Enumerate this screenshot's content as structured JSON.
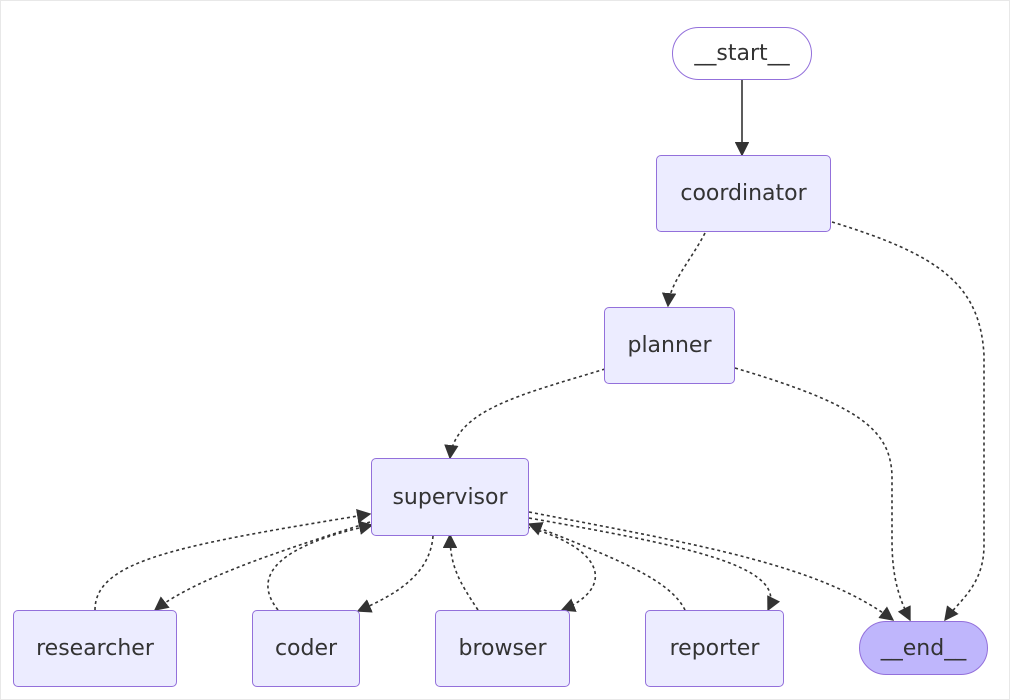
{
  "nodes": {
    "start": "__start__",
    "coordinator": "coordinator",
    "planner": "planner",
    "supervisor": "supervisor",
    "researcher": "researcher",
    "coder": "coder",
    "browser": "browser",
    "reporter": "reporter",
    "end": "__end__"
  },
  "edges": [
    {
      "from": "__start__",
      "to": "coordinator",
      "style": "solid"
    },
    {
      "from": "coordinator",
      "to": "planner",
      "style": "dashed"
    },
    {
      "from": "coordinator",
      "to": "__end__",
      "style": "dashed"
    },
    {
      "from": "planner",
      "to": "supervisor",
      "style": "dashed"
    },
    {
      "from": "planner",
      "to": "__end__",
      "style": "dashed"
    },
    {
      "from": "supervisor",
      "to": "researcher",
      "style": "dashed"
    },
    {
      "from": "researcher",
      "to": "supervisor",
      "style": "dashed"
    },
    {
      "from": "supervisor",
      "to": "coder",
      "style": "dashed"
    },
    {
      "from": "coder",
      "to": "supervisor",
      "style": "dashed"
    },
    {
      "from": "browser",
      "to": "supervisor",
      "style": "dashed"
    },
    {
      "from": "supervisor",
      "to": "browser",
      "style": "dashed"
    },
    {
      "from": "reporter",
      "to": "supervisor",
      "style": "dashed"
    },
    {
      "from": "supervisor",
      "to": "reporter",
      "style": "dashed"
    },
    {
      "from": "supervisor",
      "to": "__end__",
      "style": "dashed"
    }
  ],
  "colors": {
    "node_fill": "#ECECFF",
    "node_border": "#9370DB",
    "end_fill": "#BFB6FC",
    "edge": "#333333"
  }
}
